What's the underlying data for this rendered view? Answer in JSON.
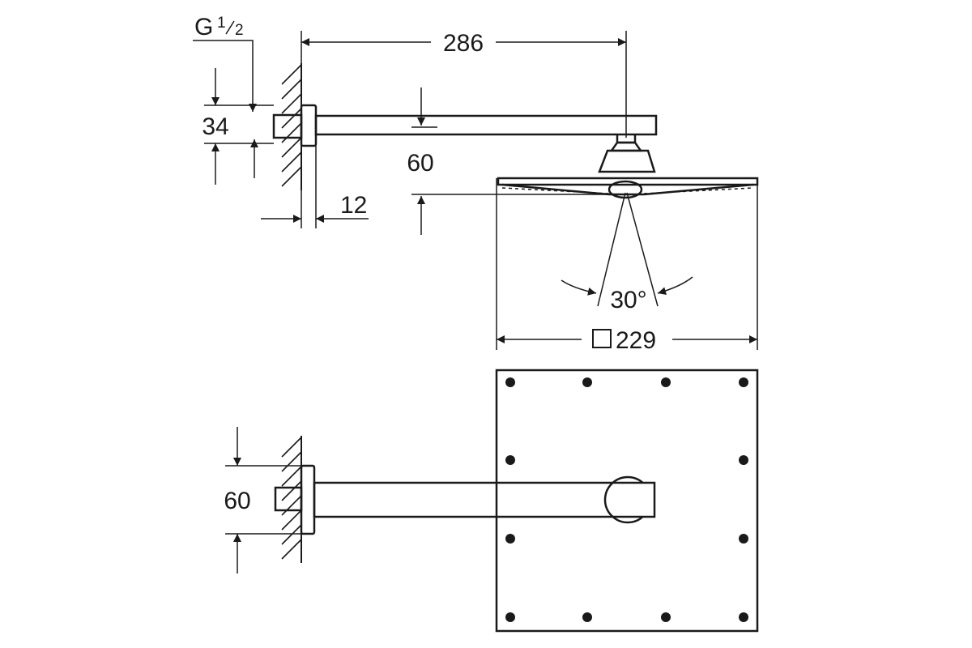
{
  "dimensions": {
    "thread_main": "G",
    "thread_num": "1",
    "thread_den": "2",
    "arm_length": "286",
    "connection_height": "34",
    "head_drop": "60",
    "wall_plate_depth": "12",
    "tilt_angle": "30°",
    "head_size": "229",
    "arm_width": "60"
  },
  "colors": {
    "line": "#1a1a1a",
    "background": "#ffffff"
  },
  "icons": {
    "square_symbol": "square-outline-icon",
    "wall": "wall-hatch-icon"
  }
}
